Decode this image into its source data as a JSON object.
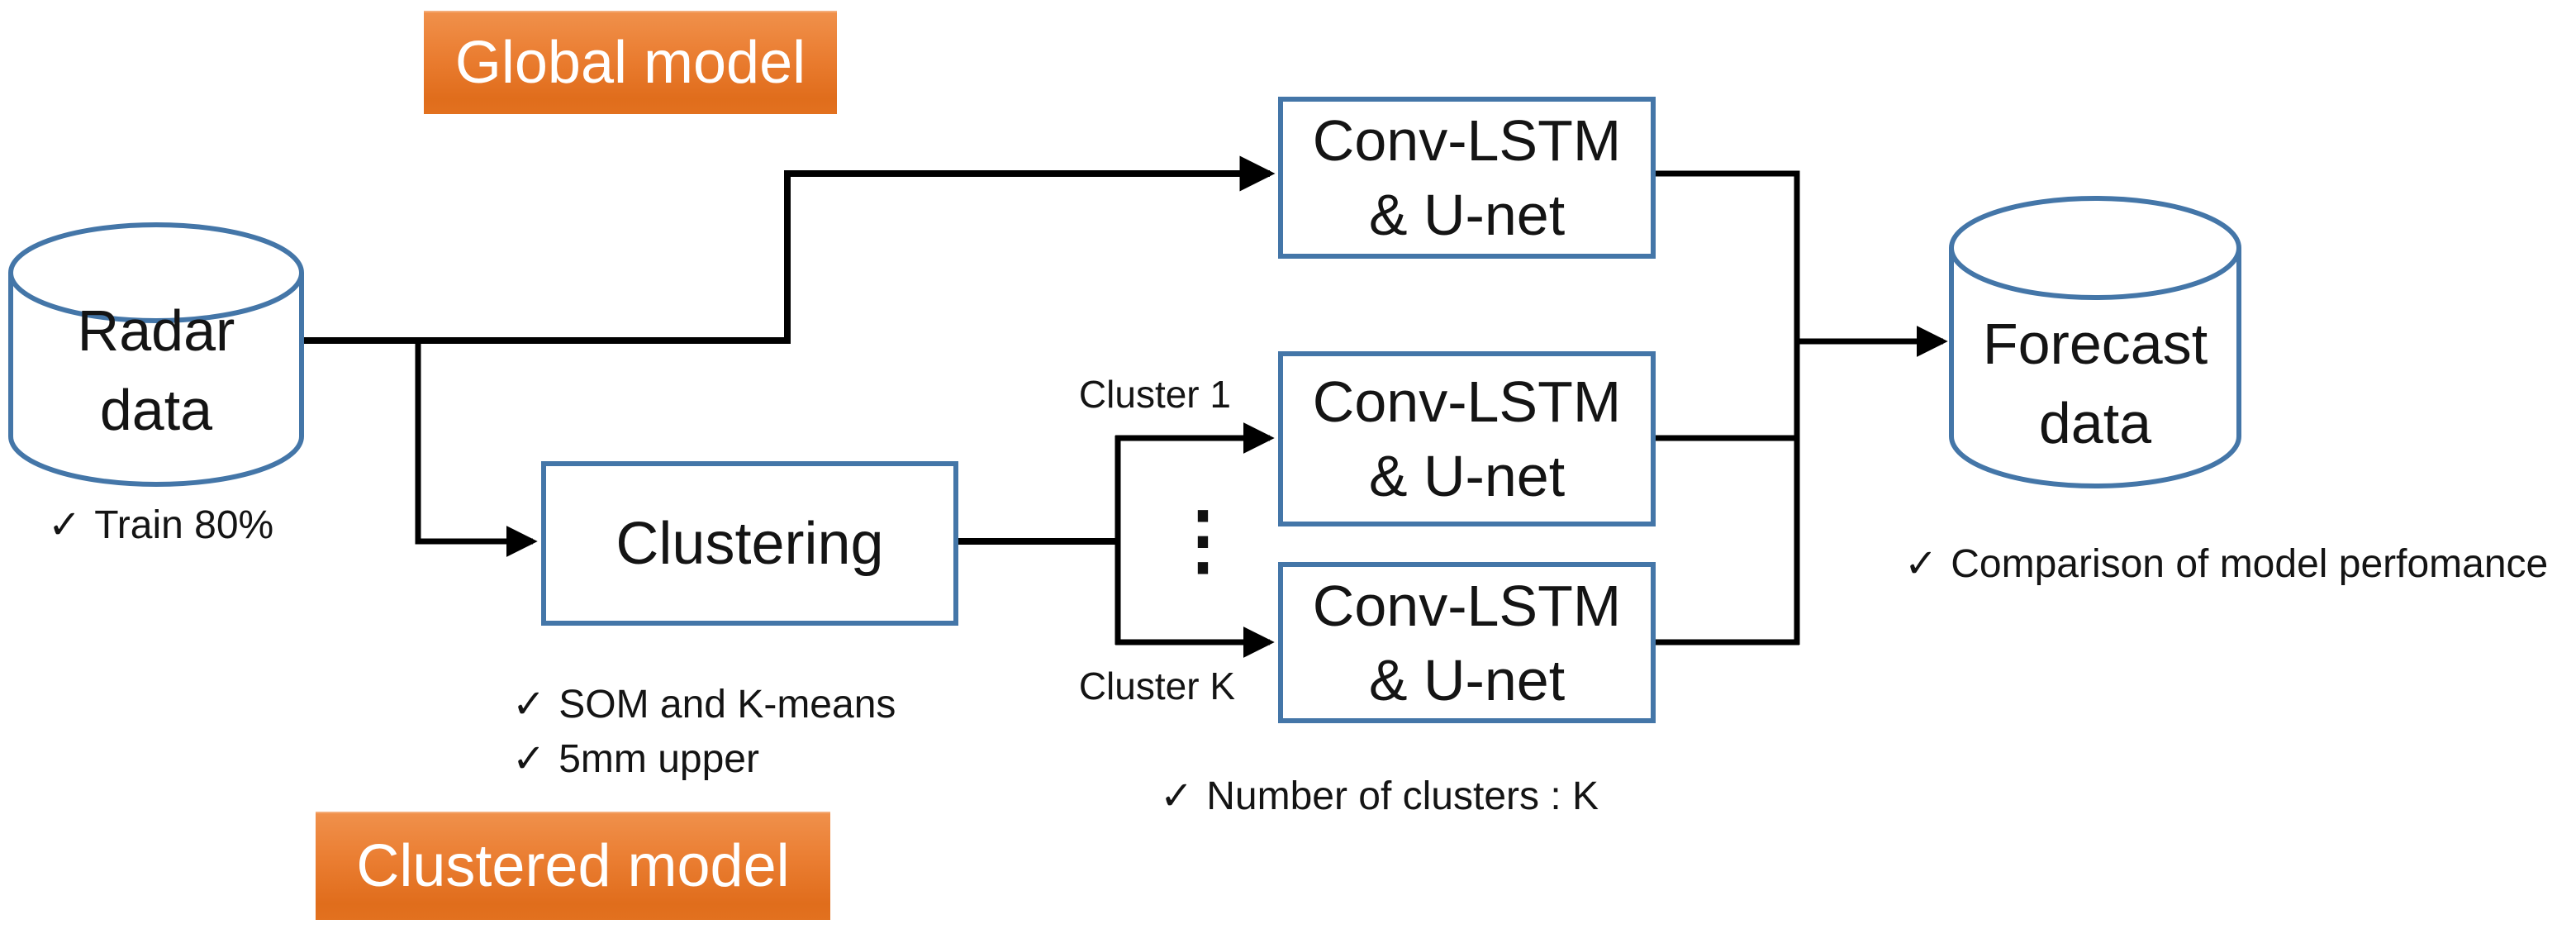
{
  "diagram": {
    "badges": {
      "global": "Global model",
      "clustered": "Clustered model"
    },
    "nodes": {
      "radar": {
        "line1": "Radar",
        "line2": "data"
      },
      "clustering": {
        "label": "Clustering"
      },
      "conv_top": {
        "line1": "Conv-LSTM",
        "line2": "& U-net"
      },
      "conv_mid": {
        "line1": "Conv-LSTM",
        "line2": "& U-net"
      },
      "conv_bottom": {
        "line1": "Conv-LSTM",
        "line2": "& U-net"
      },
      "forecast": {
        "line1": "Forecast",
        "line2": "data"
      }
    },
    "annotations": {
      "check": "✓",
      "train": "Train 80%",
      "som": "SOM and K-means",
      "upper": "5mm upper",
      "clusters_count": "Number of clusters : K",
      "comparison": "Comparison of model perfomance"
    },
    "edge_labels": {
      "cluster1": "Cluster 1",
      "clusterK": "Cluster K",
      "dots": "⋮"
    },
    "colors": {
      "accent_orange": "#e8782c",
      "node_border_blue": "#4476a8",
      "line_black": "#000000"
    }
  }
}
